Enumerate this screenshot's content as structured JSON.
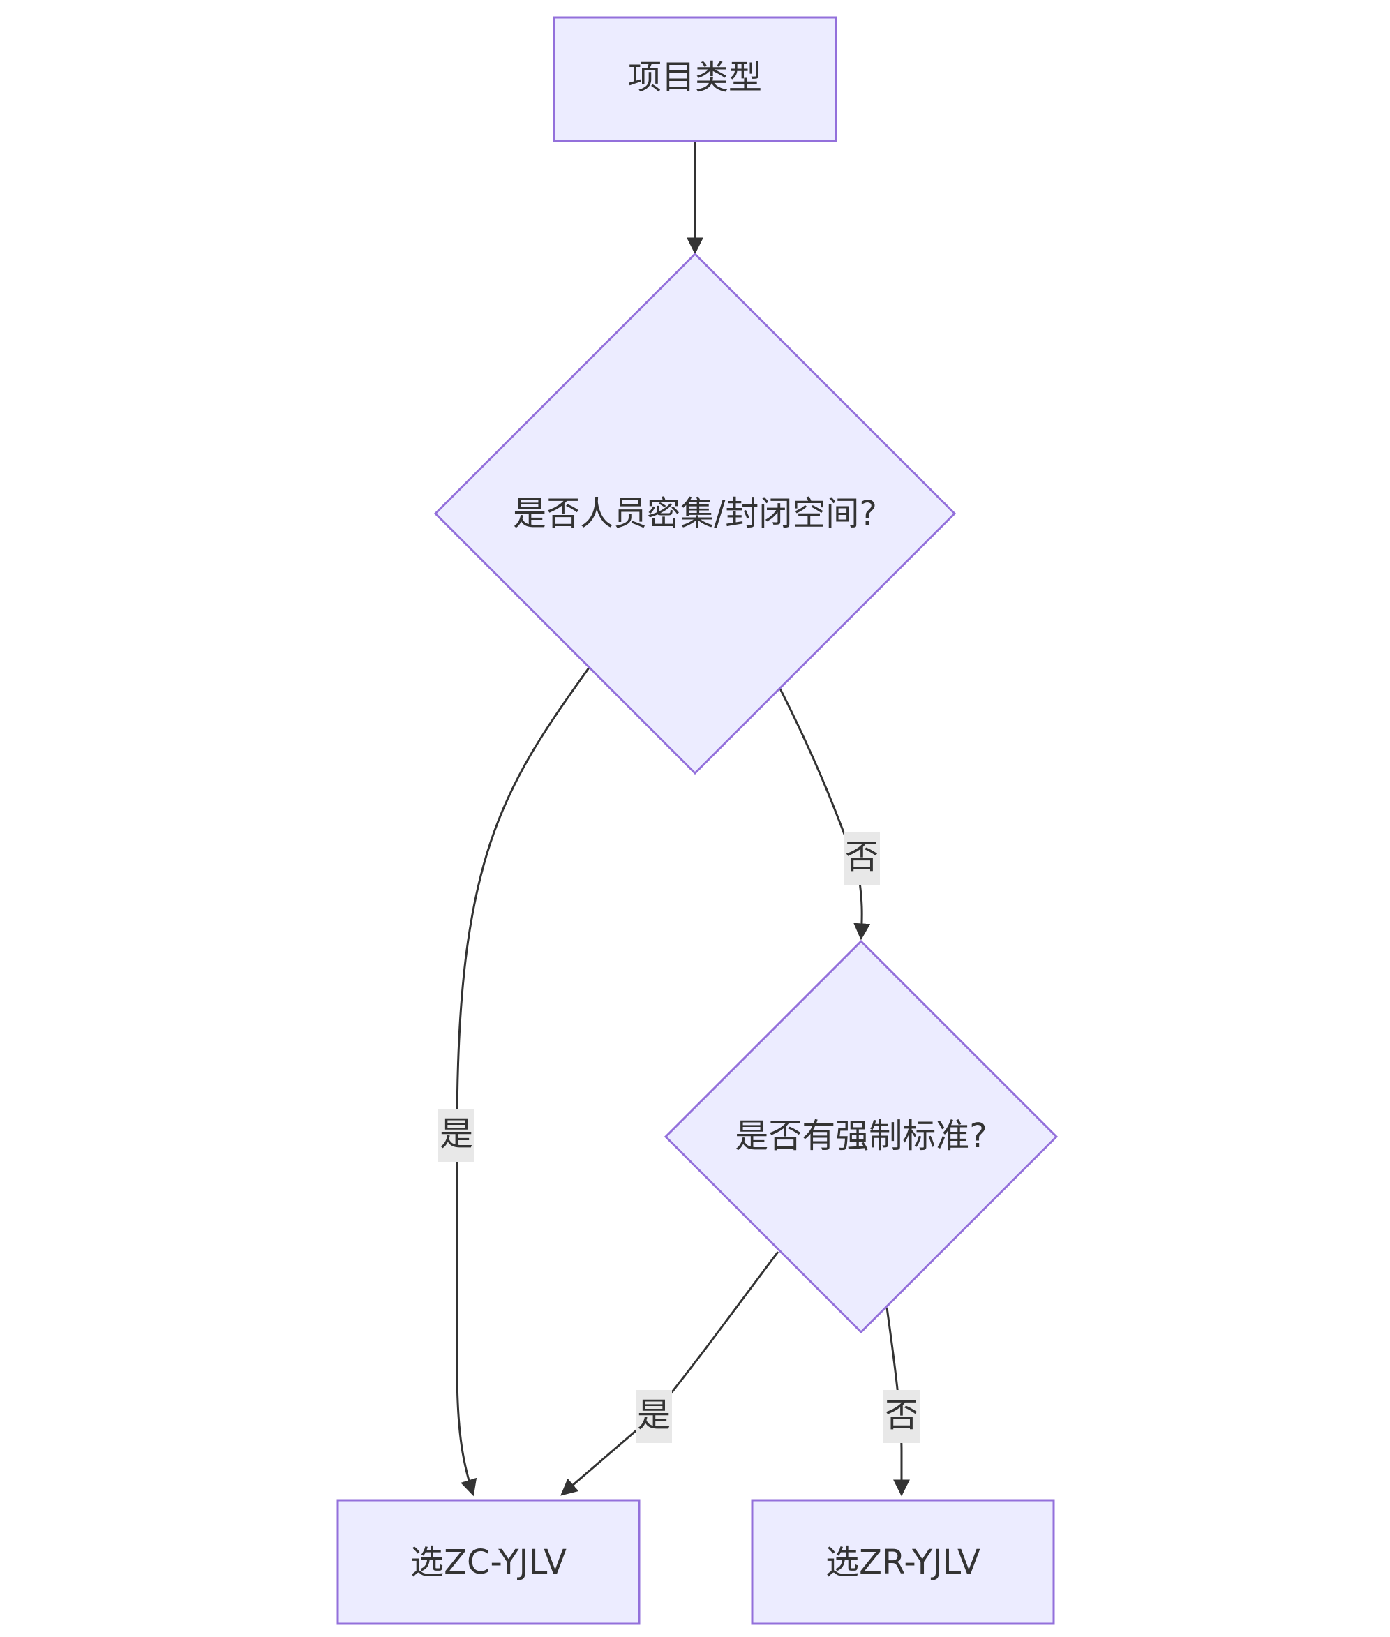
{
  "diagram": {
    "nodes": {
      "project_type": "项目类型",
      "decision_crowded": "是否人员密集/封闭空间?",
      "decision_mandatory": "是否有强制标准?",
      "choose_zc": "选ZC-YJLV",
      "choose_zr": "选ZR-YJLV"
    },
    "edges": {
      "crowded_yes": "是",
      "crowded_no": "否",
      "mandatory_yes": "是",
      "mandatory_no": "否"
    }
  },
  "colors": {
    "node_fill": "#ececff",
    "node_stroke": "#9370db",
    "edge": "#333333",
    "edge_label_bg": "#e8e8e8",
    "text": "#333333"
  }
}
